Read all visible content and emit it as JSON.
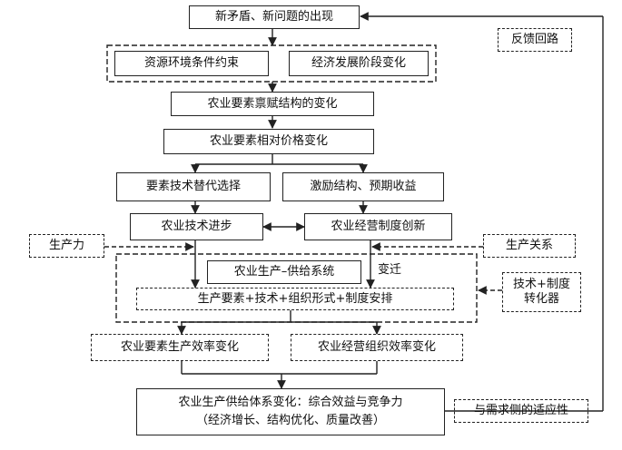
{
  "nodes": {
    "new_problems": "新矛盾、新问题的出现",
    "feedback_loop": "反馈回路",
    "resource_constraint": "资源环境条件约束",
    "economic_stage": "经济发展阶段变化",
    "endowment_change": "农业要素禀赋结构的变化",
    "relative_price": "农业要素相对价格变化",
    "tech_substitution": "要素技术替代选择",
    "incentive": "激励结构、预期收益",
    "tech_progress": "农业技术进步",
    "institution_innovation": "农业经营制度创新",
    "productivity": "生产力",
    "production_relations": "生产关系",
    "supply_system": "农业生产–供给系统",
    "transition": "变迁",
    "elements_mix": "生产要素+技术+组织形式+制度安排",
    "converter_line1": "技术+制度",
    "converter_line2": "转化器",
    "factor_efficiency": "农业要素生产效率变化",
    "org_efficiency": "农业经营组织效率变化",
    "outcome_line1": "农业生产供给体系变化：综合效益与竞争力",
    "outcome_line2": "（经济增长、结构优化、质量改善）",
    "demand_adaptation": "与需求侧的适应性"
  }
}
